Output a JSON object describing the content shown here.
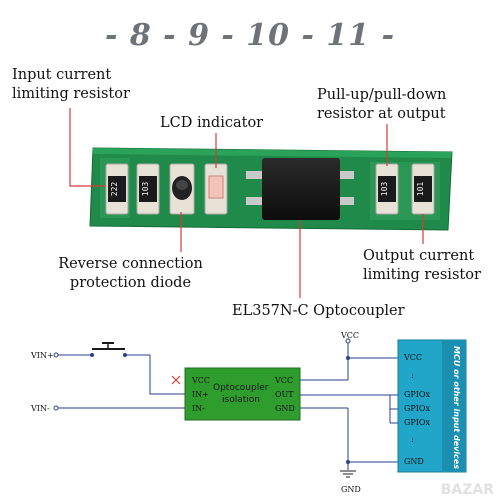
{
  "title": "- 8 - 9 - 10 - 11 -",
  "labels": {
    "input_resistor": [
      "Input current",
      "limiting resistor"
    ],
    "lcd_indicator": "LCD indicator",
    "pull_resistor": [
      "Pull-up/pull-down",
      "resistor at output"
    ],
    "reverse_diode": [
      "Reverse connection",
      "protection diode"
    ],
    "optocoupler": "EL357N-C Optocoupler",
    "output_resistor": [
      "Output current",
      "limiting resistor"
    ]
  },
  "board": {
    "resistor_codes": [
      "222",
      "103",
      "103",
      "101"
    ]
  },
  "schematic": {
    "vin_plus": "VIN+",
    "vin_minus": "VIN-",
    "vcc_top": "VCC",
    "gnd": "GND",
    "module_title": [
      "Optocoupler",
      "isolation"
    ],
    "module_left_pins": [
      "VCC",
      "IN+",
      "IN-"
    ],
    "module_right_pins": [
      "VCC",
      "OUT",
      "GND"
    ],
    "mcu_pins": [
      "VCC",
      ":",
      "GPIOx",
      "GPIOx",
      "GPIOx",
      ":",
      "GND"
    ],
    "mcu_title": "MCU or other input devices"
  },
  "watermark": "BAZAR",
  "colors": {
    "pcb": "#1f8a4a",
    "module": "#2e9d2e",
    "mcu": "#21a6c9",
    "leader": "#d63b3b",
    "wire": "#2a3f8f"
  }
}
